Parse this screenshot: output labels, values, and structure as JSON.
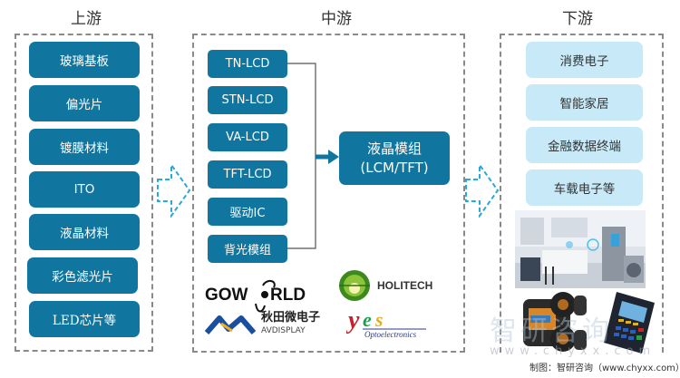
{
  "stages": {
    "upstream": {
      "title": "上游",
      "items": [
        "玻璃基板",
        "偏光片",
        "镀膜材料",
        "ITO",
        "液晶材料",
        "彩色滤光片",
        "LED芯片等"
      ]
    },
    "midstream": {
      "title": "中游",
      "items": [
        "TN-LCD",
        "STN-LCD",
        "VA-LCD",
        "TFT-LCD",
        "驱动IC",
        "背光模组"
      ],
      "output": {
        "line1": "液晶模组",
        "line2": "(LCM/TFT)"
      },
      "companies": [
        {
          "name": "GOWORLD",
          "icon": "goworld-logo"
        },
        {
          "name": "HOLITECH",
          "icon": "holitech-logo"
        },
        {
          "name": "秋田微电子",
          "sub": "AVDISPLAY",
          "icon": "avdisplay-logo"
        },
        {
          "name": "yes",
          "sub": "Optoelectronics",
          "icon": "yes-optoelectronics-logo"
        }
      ]
    },
    "downstream": {
      "title": "下游",
      "items": [
        "消费电子",
        "智能家居",
        "金融数据终端",
        "车载电子等"
      ],
      "images": [
        "smart-kitchen-image",
        "dashcam-image",
        "pos-terminal-image"
      ]
    }
  },
  "colors": {
    "box_dark": "#1076a0",
    "box_light": "#c8eaf8",
    "arrow": "#2aa7dc",
    "dash": "#8a8a8a"
  },
  "watermark": {
    "text": "智研咨询",
    "url": "www.chyxx.com"
  },
  "source": "制图：智研咨询（www.chyxx.com）"
}
